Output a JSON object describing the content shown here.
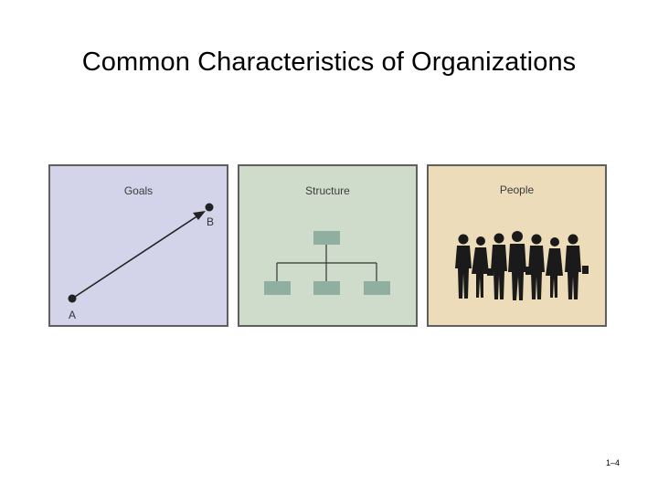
{
  "title": "Common Characteristics of Organizations",
  "panels": {
    "goals": {
      "label": "Goals",
      "point_a": "A",
      "point_b": "B",
      "bg": "#d3d3ea"
    },
    "structure": {
      "label": "Structure",
      "bg": "#d0dccb",
      "box_color": "#8fb0a0"
    },
    "people": {
      "label": "People",
      "bg": "#eddcb9"
    }
  },
  "page_number": "1–4"
}
